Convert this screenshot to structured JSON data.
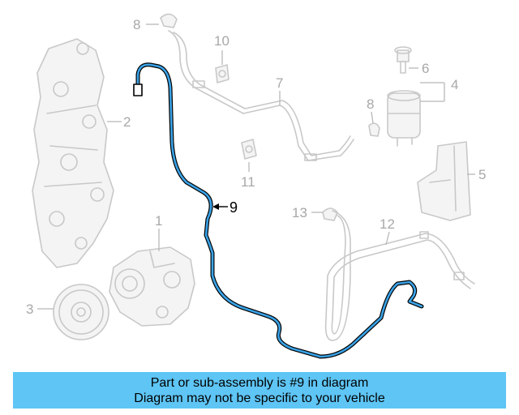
{
  "diagram": {
    "callouts": [
      "1",
      "2",
      "3",
      "4",
      "5",
      "6",
      "7",
      "8",
      "8",
      "9",
      "10",
      "11",
      "12",
      "13"
    ],
    "highlighted_part": "9",
    "highlight_color": "#3aa2e6",
    "part_color": "#c8c8c8"
  },
  "banner": {
    "line1": "Part or sub-assembly is #9 in diagram",
    "line2": "Diagram may not be specific to your vehicle",
    "background": "#5ec5f5"
  }
}
